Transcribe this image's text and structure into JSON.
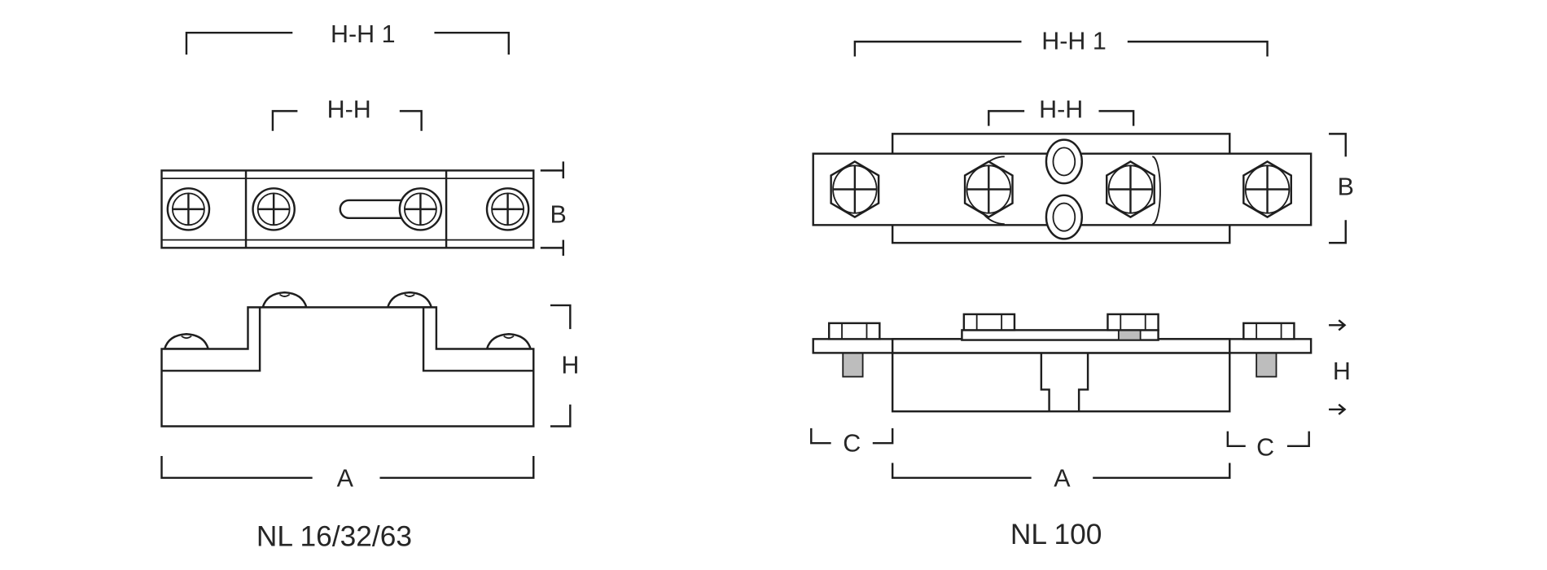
{
  "left": {
    "title": "NL 16/32/63",
    "dim_hh1": "H-H 1",
    "dim_hh": "H-H",
    "dim_b": "B",
    "dim_h": "H",
    "dim_a": "A"
  },
  "right": {
    "title": "NL 100",
    "dim_hh1": "H-H 1",
    "dim_hh": "H-H",
    "dim_b": "B",
    "dim_h": "H",
    "dim_a": "A",
    "dim_c_left": "C",
    "dim_c_right": "C"
  }
}
